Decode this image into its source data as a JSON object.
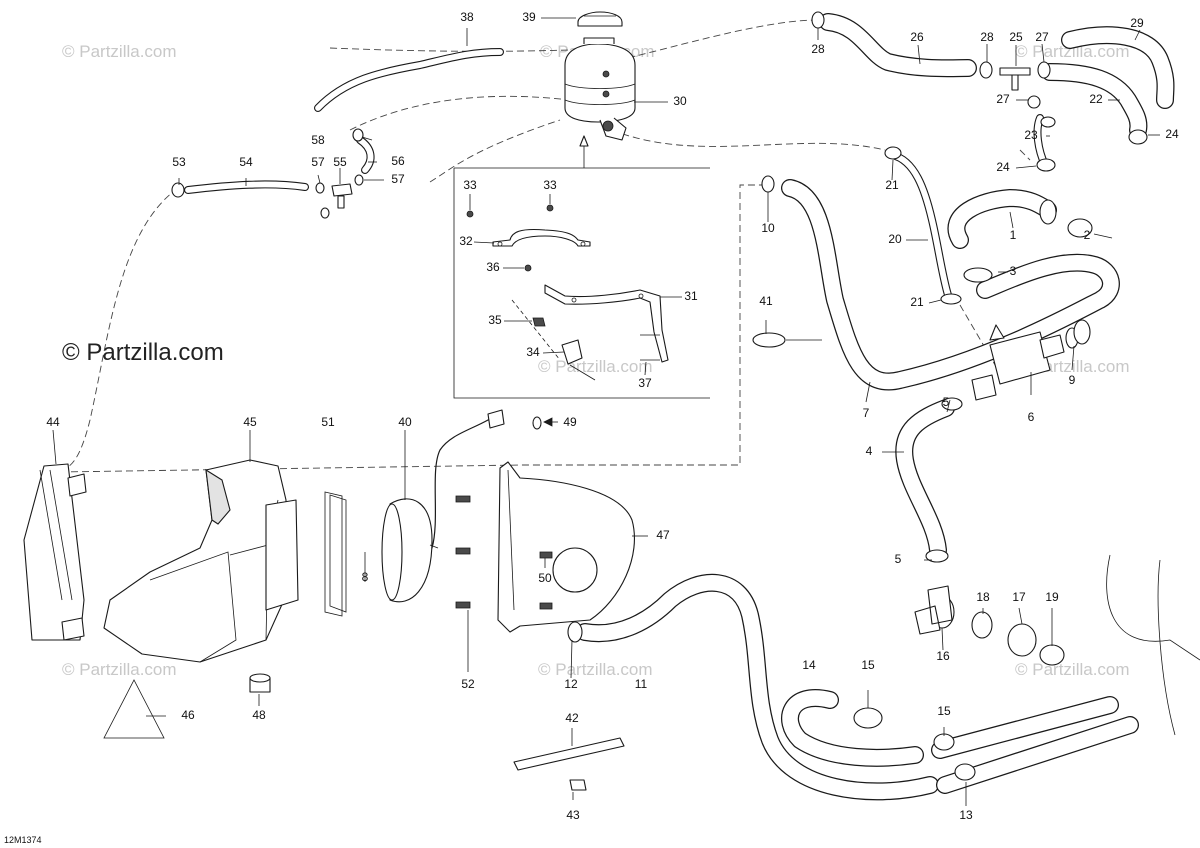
{
  "drawing_code": "12M1374",
  "watermark_main": "© Partzilla.com",
  "watermark_faint": "© Partzilla.com",
  "callouts": [
    "1",
    "2",
    "3",
    "4",
    "5",
    "5",
    "6",
    "7",
    "8",
    "9",
    "10",
    "11",
    "12",
    "13",
    "14",
    "15",
    "15",
    "16",
    "17",
    "18",
    "19",
    "20",
    "21",
    "21",
    "22",
    "23",
    "24",
    "24",
    "25",
    "26",
    "27",
    "27",
    "28",
    "28",
    "29",
    "30",
    "31",
    "32",
    "33",
    "33",
    "34",
    "35",
    "36",
    "37",
    "38",
    "39",
    "40",
    "41",
    "42",
    "43",
    "44",
    "45",
    "46",
    "47",
    "48",
    "49",
    "50",
    "51",
    "52",
    "53",
    "54",
    "55",
    "56",
    "57",
    "57",
    "58"
  ]
}
